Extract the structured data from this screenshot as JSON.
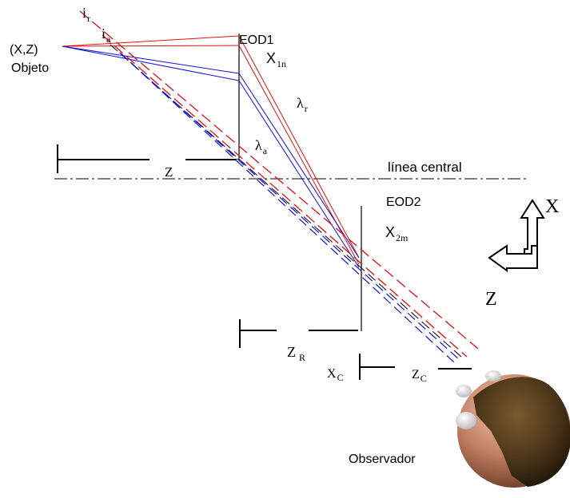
{
  "labels": {
    "object_coords": "(X,Z)",
    "object_name": "Objeto",
    "ray_ir": {
      "main": "i",
      "sub": "r"
    },
    "ray_ia": {
      "main": "i",
      "sub": "a"
    },
    "eod1": "EOD1",
    "x1n": {
      "main": "X",
      "sub": "1n"
    },
    "lambda_r": {
      "main": "λ",
      "sub": "r"
    },
    "lambda_a": {
      "main": "λ",
      "sub": "a"
    },
    "z": "Z",
    "central_line": "línea central",
    "eod2": "EOD2",
    "x2m": {
      "main": "X",
      "sub": "2m"
    },
    "zr": {
      "main": "Z",
      "sub": "R"
    },
    "xc": {
      "main": "X",
      "sub": "C"
    },
    "zc": {
      "main": "Z",
      "sub": "C"
    },
    "observer": "Observador",
    "axis_x": "X",
    "axis_z": "Z"
  },
  "colors": {
    "red_ray": "#e01010",
    "blue_ray": "#1010d8",
    "line": "#000000",
    "skin": "#d4967a",
    "hair": "#4a3418"
  }
}
